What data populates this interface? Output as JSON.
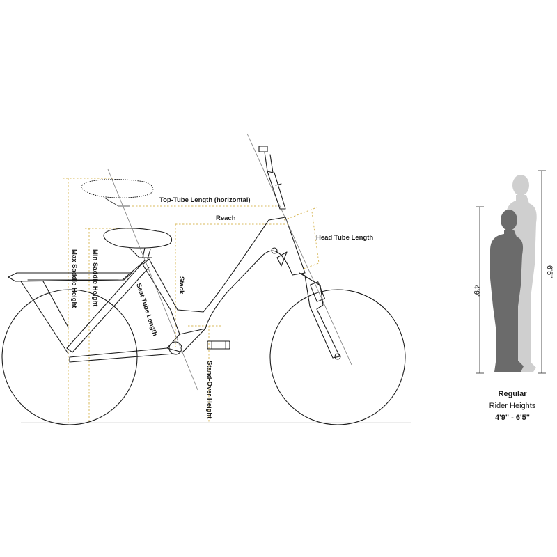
{
  "measurements": {
    "top_tube_length": "Top-Tube Length (horizontal)",
    "reach": "Reach",
    "head_tube_length": "Head Tube Length",
    "stack": "Stack",
    "max_saddle_height": "Max Saddle Height",
    "min_saddle_height": "Min Saddle Height",
    "seat_tube_length": "Seat Tube Length",
    "stand_over_height": "Stand-Over Height"
  },
  "rider_heights": {
    "min_height": "4'9\"",
    "max_height": "6'5\"",
    "size_label": "Regular",
    "caption": "Rider Heights",
    "range": "4'9\" - 6'5\""
  },
  "colors": {
    "frame_line": "#1c1c1c",
    "dimension_line": "#d8b85a",
    "short_rider": "#6d6d6d",
    "tall_rider": "#cfcfcf"
  }
}
